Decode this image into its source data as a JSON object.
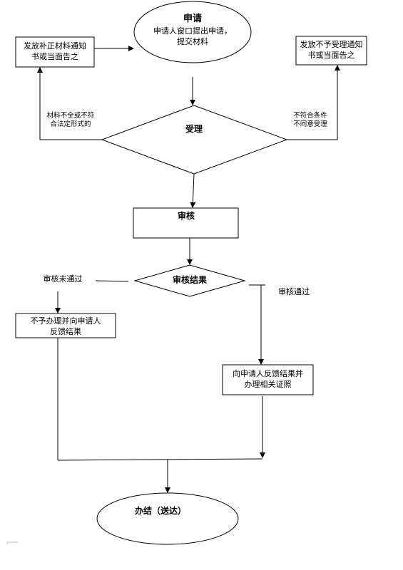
{
  "flowchart": {
    "apply": {
      "title": "申请",
      "line1": "申请人窗口提出申请，",
      "line2": "提交材料"
    },
    "notify_correction": {
      "line1": "发放补正材料通知",
      "line2": "书或当面告之"
    },
    "notify_reject": {
      "line1": "发放不予受理通知",
      "line2": "书或当面告之"
    },
    "accept": {
      "label": "受理"
    },
    "edge_incomplete": {
      "line1": "材料不全或不符",
      "line2": "合法定形式的"
    },
    "edge_unqualified": {
      "line1": "不符合条件",
      "line2": "不同意受理"
    },
    "review": {
      "label": "审核"
    },
    "review_result": {
      "label": "审核结果"
    },
    "edge_fail": {
      "label": "审核未通过"
    },
    "edge_pass": {
      "label": "审核通过"
    },
    "not_process": {
      "line1": "不予办理并向申请人",
      "line2": "反馈结果"
    },
    "process": {
      "line1": "向申请人反馈结果并",
      "line2": "办理相关证照"
    },
    "finish": {
      "label": "办结（送达）"
    }
  }
}
